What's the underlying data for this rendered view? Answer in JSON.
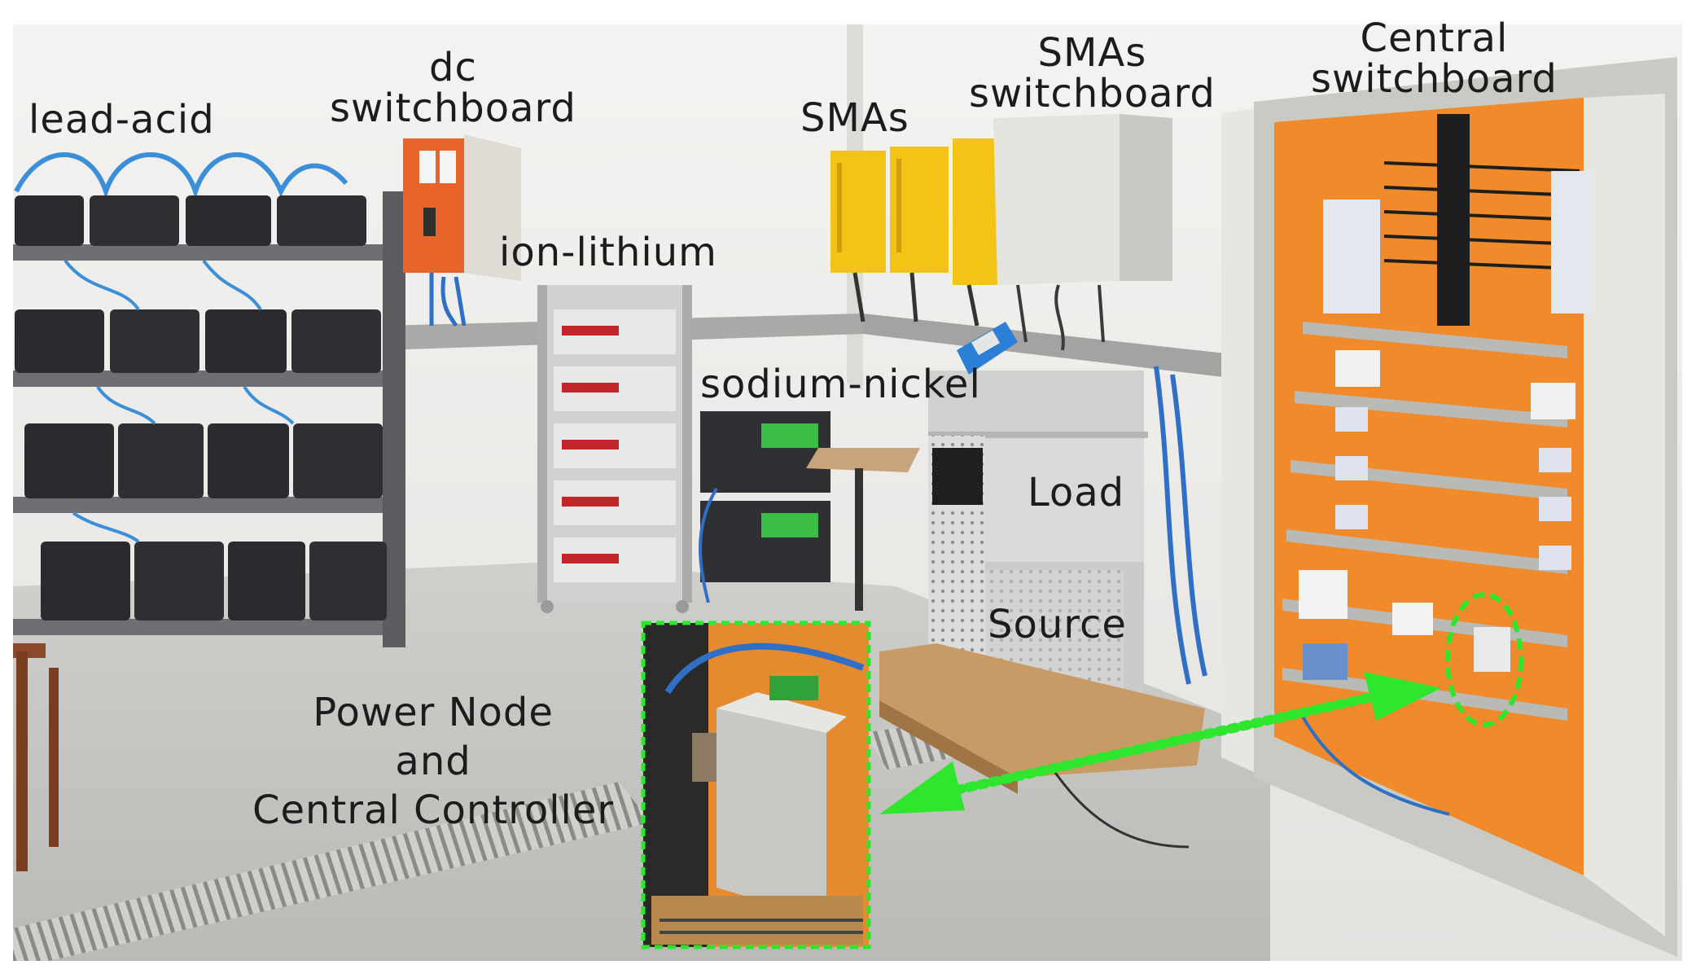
{
  "labels": {
    "lead_acid": "lead-acid",
    "dc_switchboard": [
      "dc",
      "switchboard"
    ],
    "ion_lithium": "ion-lithium",
    "smas": "SMAs",
    "smas_switchboard": [
      "SMAs",
      "switchboard"
    ],
    "central_switchboard": [
      "Central",
      "switchboard"
    ],
    "sodium_nickel": "sodium-nickel",
    "load": "Load",
    "source": "Source",
    "power_node": [
      "Power Node",
      "and",
      "Central Controller"
    ]
  },
  "colors": {
    "highlight_green": "#2fe62f",
    "cabinet_orange": "#f08a2a",
    "inverter_yellow": "#f2c418",
    "battery_black": "#2a2b2e",
    "wall": "#eeeeec",
    "floor": "#c9c9c6"
  }
}
